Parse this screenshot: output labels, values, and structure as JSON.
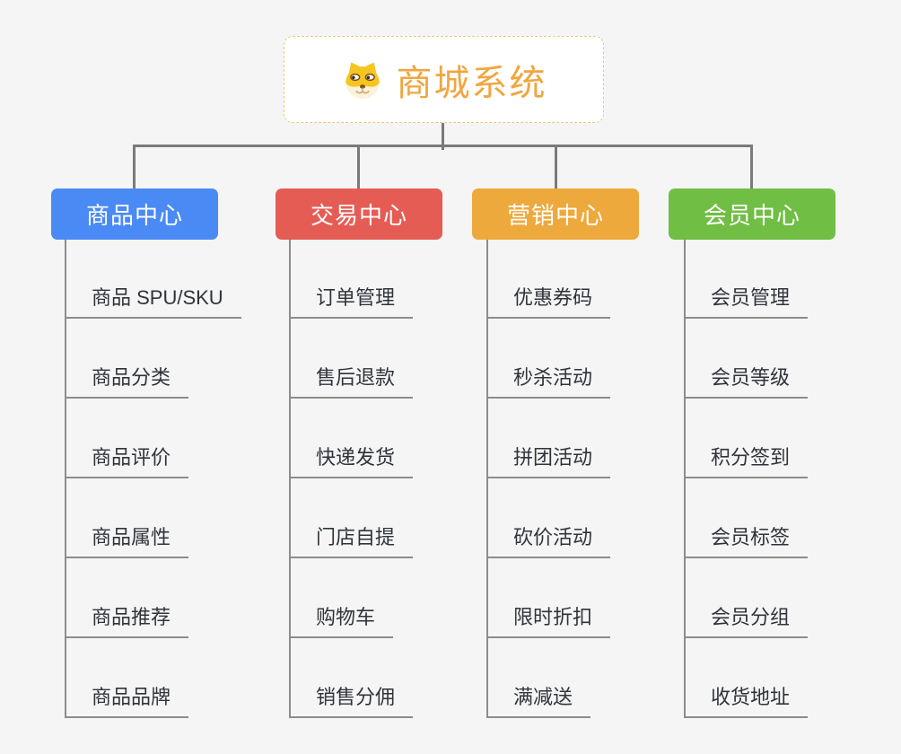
{
  "root": {
    "title": "商城系统",
    "icon": "shiba-dog-icon"
  },
  "branches": [
    {
      "label": "商品中心",
      "color": "#4a8af4",
      "items": [
        "商品 SPU/SKU",
        "商品分类",
        "商品评价",
        "商品属性",
        "商品推荐",
        "商品品牌"
      ]
    },
    {
      "label": "交易中心",
      "color": "#e55c55",
      "items": [
        "订单管理",
        "售后退款",
        "快递发货",
        "门店自提",
        "购物车",
        "销售分佣"
      ]
    },
    {
      "label": "营销中心",
      "color": "#eda93c",
      "items": [
        "优惠券码",
        "秒杀活动",
        "拼团活动",
        "砍价活动",
        "限时折扣",
        "满减送"
      ]
    },
    {
      "label": "会员中心",
      "color": "#70be44",
      "items": [
        "会员管理",
        "会员等级",
        "积分签到",
        "会员标签",
        "会员分组",
        "收货地址"
      ]
    }
  ],
  "colors": {
    "background": "#f5f5f5",
    "connector": "#7a7a7a",
    "leaf_line": "#8c8c8c",
    "root_text": "#f0a640",
    "root_border": "#eec77f",
    "leaf_text": "#30343a"
  }
}
